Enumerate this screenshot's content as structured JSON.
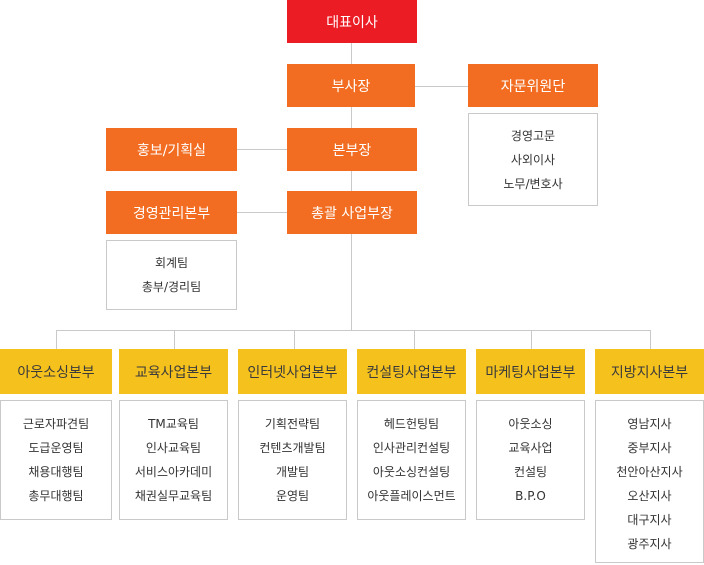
{
  "ceo": "대표이사",
  "vice_president": "부사장",
  "advisory_group": {
    "title": "자문위원단",
    "items": [
      "경영고문",
      "사외이사",
      "노무/변호사"
    ]
  },
  "pr_planning": "홍보/기획실",
  "headquarters_head": "본부장",
  "management": {
    "title": "경영관리본부",
    "items": [
      "회계팀",
      "총부/경리팀"
    ]
  },
  "general_business_head": "총괄 사업부장",
  "divisions": [
    {
      "title": "아웃소싱본부",
      "items": [
        "근로자파견팀",
        "도급운영팀",
        "채용대행팀",
        "총무대행팀"
      ]
    },
    {
      "title": "교육사업본부",
      "items": [
        "TM교육팀",
        "인사교육팀",
        "서비스아카데미",
        "채권실무교육팀"
      ]
    },
    {
      "title": "인터넷사업본부",
      "items": [
        "기획전략팀",
        "컨텐츠개발팀",
        "개발팀",
        "운영팀"
      ]
    },
    {
      "title": "컨설팅사업본부",
      "items": [
        "헤드헌팅팀",
        "인사관리컨설팅",
        "아웃소싱컨설팅",
        "아웃플레이스먼트"
      ]
    },
    {
      "title": "마케팅사업본부",
      "items": [
        "아웃소싱",
        "교육사업",
        "컨설팅",
        "B.P.O"
      ]
    },
    {
      "title": "지방지사본부",
      "items": [
        "영남지사",
        "중부지사",
        "천안아산지사",
        "오산지사",
        "대구지사",
        "광주지사"
      ]
    }
  ],
  "colors": {
    "ceo": "#ec1c24",
    "orange_box": "#f26d21",
    "division_box": "#f5c11d",
    "connector": "#c9c9c9"
  }
}
